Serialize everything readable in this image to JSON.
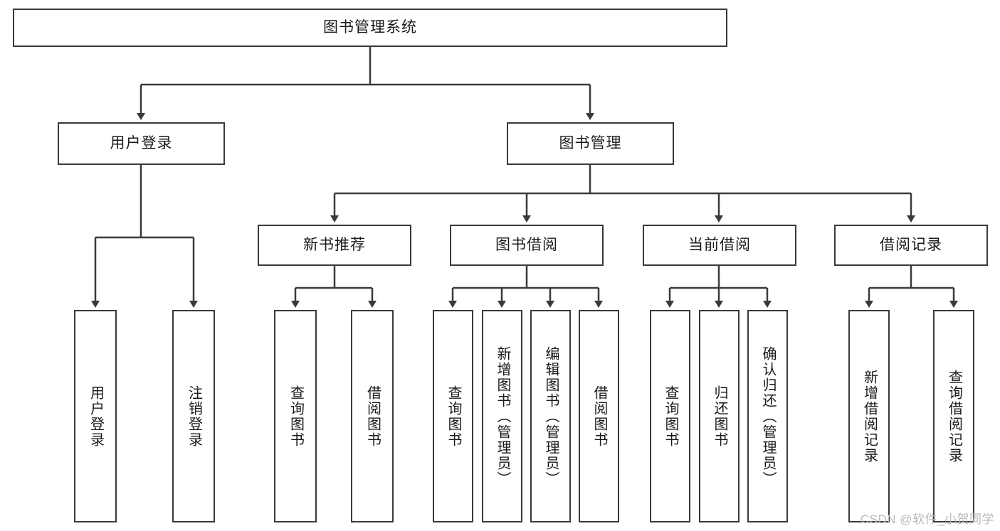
{
  "diagram": {
    "title": "图书管理系统",
    "colors": {
      "box_border": "#3a3a3a",
      "box_fill": "#ffffff",
      "connector": "#3a3a3a",
      "text": "#1a1a1a",
      "watermark": "#b9b9b9",
      "background": "#ffffff"
    },
    "root": {
      "label": "图书管理系统"
    },
    "level2": [
      {
        "label": "用户登录"
      },
      {
        "label": "图书管理"
      }
    ],
    "level3": [
      {
        "label": "新书推荐"
      },
      {
        "label": "图书借阅"
      },
      {
        "label": "当前借阅"
      },
      {
        "label": "借阅记录"
      }
    ],
    "leaves": {
      "user_login": [
        {
          "label": "用户登录"
        },
        {
          "label": "注销登录"
        }
      ],
      "new_book_recommend": [
        {
          "label": "查询图书"
        },
        {
          "label": "借阅图书"
        }
      ],
      "book_borrow": [
        {
          "label": "查询图书"
        },
        {
          "label": "新增图书（管理员）"
        },
        {
          "label": "编辑图书（管理员）"
        },
        {
          "label": "借阅图书"
        }
      ],
      "current_borrow": [
        {
          "label": "查询图书"
        },
        {
          "label": "归还图书"
        },
        {
          "label": "确认归还（管理员）"
        }
      ],
      "borrow_records": [
        {
          "label": "新增借阅记录"
        },
        {
          "label": "查询借阅记录"
        }
      ]
    }
  },
  "watermark": {
    "text": "CSDN @软件_小贺同学"
  }
}
